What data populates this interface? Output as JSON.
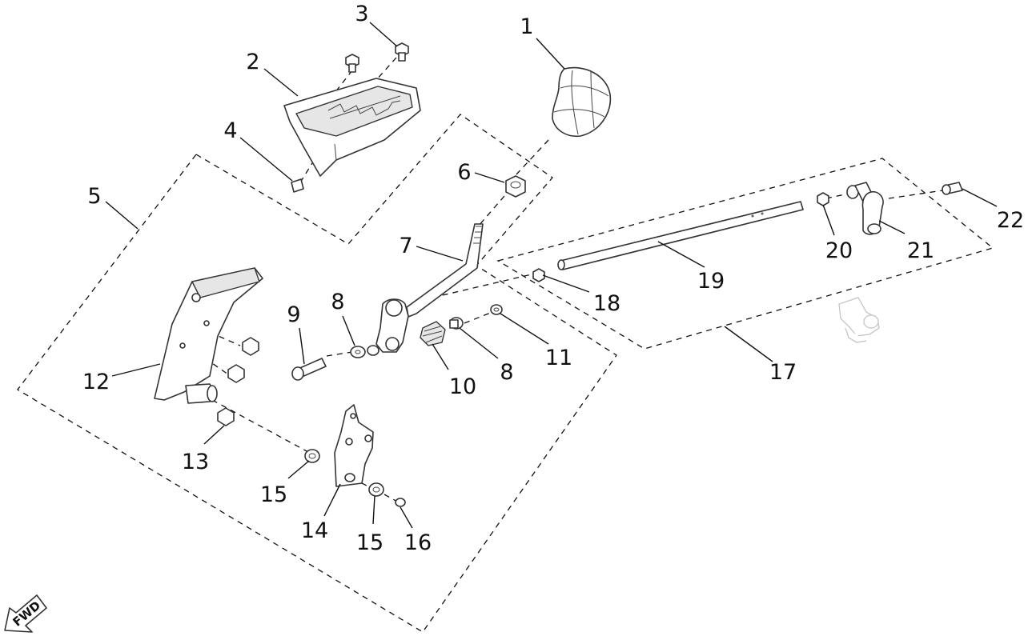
{
  "diagram": {
    "fwd_label": "FWD",
    "callouts": [
      {
        "id": "c1",
        "text": "1"
      },
      {
        "id": "c2",
        "text": "2"
      },
      {
        "id": "c3",
        "text": "3"
      },
      {
        "id": "c4",
        "text": "4"
      },
      {
        "id": "c5",
        "text": "5"
      },
      {
        "id": "c6",
        "text": "6"
      },
      {
        "id": "c7",
        "text": "7"
      },
      {
        "id": "c8a",
        "text": "8"
      },
      {
        "id": "c8b",
        "text": "8"
      },
      {
        "id": "c9",
        "text": "9"
      },
      {
        "id": "c10",
        "text": "10"
      },
      {
        "id": "c11",
        "text": "11"
      },
      {
        "id": "c12",
        "text": "12"
      },
      {
        "id": "c13",
        "text": "13"
      },
      {
        "id": "c14",
        "text": "14"
      },
      {
        "id": "c15a",
        "text": "15"
      },
      {
        "id": "c15b",
        "text": "15"
      },
      {
        "id": "c16",
        "text": "16"
      },
      {
        "id": "c17",
        "text": "17"
      },
      {
        "id": "c18",
        "text": "18"
      },
      {
        "id": "c19",
        "text": "19"
      },
      {
        "id": "c20",
        "text": "20"
      },
      {
        "id": "c21",
        "text": "21"
      },
      {
        "id": "c22",
        "text": "22"
      }
    ]
  }
}
